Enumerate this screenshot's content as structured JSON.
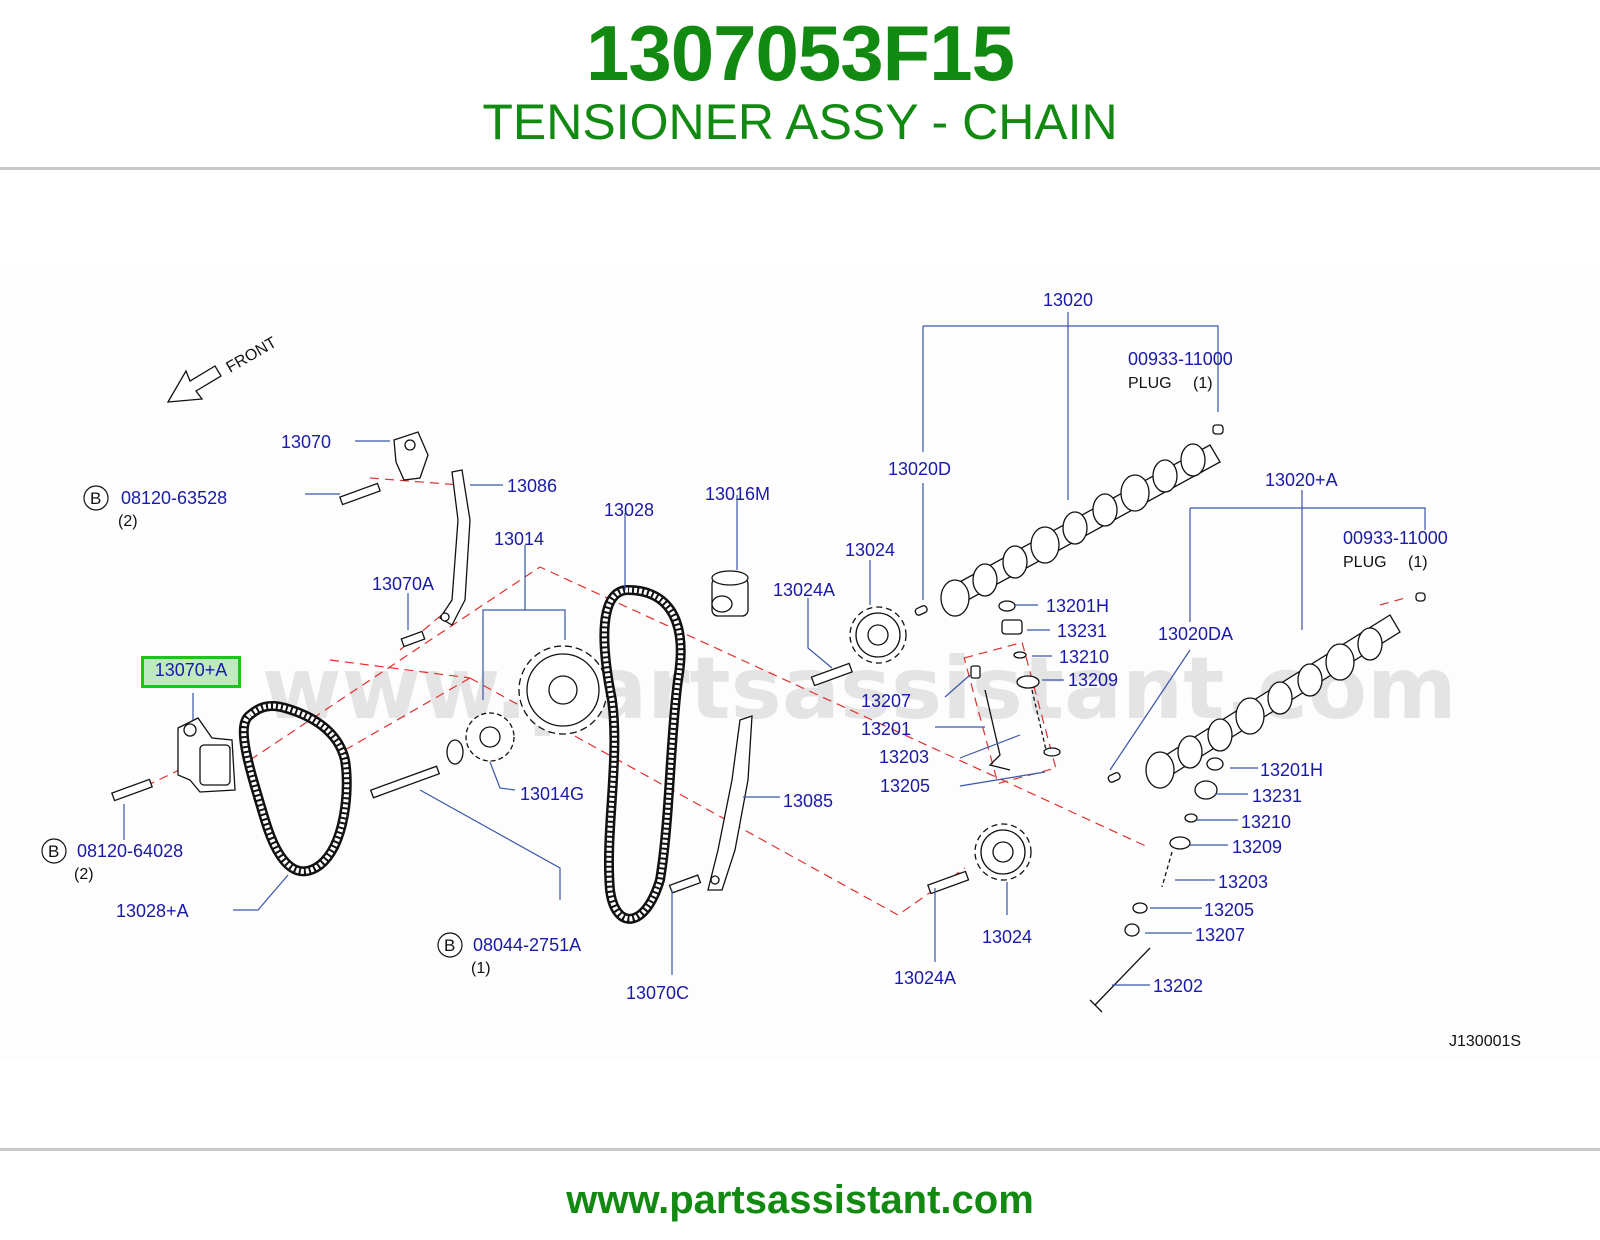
{
  "header": {
    "part_number": "1307053F15",
    "part_name": "TENSIONER ASSY - CHAIN"
  },
  "footer": {
    "url": "www.partsassistant.com"
  },
  "watermark": "www.partsassistant.com",
  "diagram": {
    "front_label": "FRONT",
    "reference_code": "J130001S",
    "highlighted_part": "13070+A",
    "bolt_marker": "B",
    "labels": {
      "p13020": "13020",
      "p00933_a": "00933-11000",
      "plug_a": "PLUG",
      "qty_plug_a": "(1)",
      "p13020D": "13020D",
      "p13020plusA": "13020+A",
      "p00933_b": "00933-11000",
      "plug_b": "PLUG",
      "qty_plug_b": "(1)",
      "p13070": "13070",
      "p13086": "13086",
      "p08120_63528": "08120-63528",
      "qty_63528": "(2)",
      "p13028": "13028",
      "p13016M": "13016M",
      "p13014": "13014",
      "p13024_top": "13024",
      "p13070A": "13070A",
      "p13024A_top": "13024A",
      "p13201H_a": "13201H",
      "p13231_a": "13231",
      "p13020DA": "13020DA",
      "p13210_a": "13210",
      "p13209_a": "13209",
      "p13207_a": "13207",
      "p13201": "13201",
      "p13203_a": "13203",
      "p13205_a": "13205",
      "p13014G": "13014G",
      "p13085": "13085",
      "p08120_64028": "08120-64028",
      "qty_64028": "(2)",
      "p13028plusA": "13028+A",
      "p08044": "08044-2751A",
      "qty_08044": "(1)",
      "p13070C": "13070C",
      "p13024A_bot": "13024A",
      "p13024_bot": "13024",
      "p13201H_b": "13201H",
      "p13231_b": "13231",
      "p13210_b": "13210",
      "p13209_b": "13209",
      "p13203_b": "13203",
      "p13205_b": "13205",
      "p13207_b": "13207",
      "p13202": "13202"
    }
  },
  "colors": {
    "title_green": "#128a12",
    "label_blue": "#1a1aa8",
    "highlight_border": "#18c818",
    "highlight_fill": "#bfe9bf",
    "dashed_red": "#e03030"
  }
}
